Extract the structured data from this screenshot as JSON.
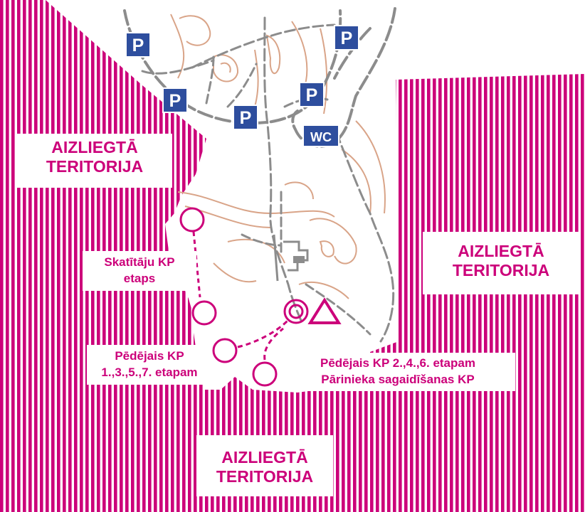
{
  "colors": {
    "restricted": "#cc007a",
    "course": "#cc007a",
    "path": "#8c8c8c",
    "contour": "#d9a488",
    "sign": "#2e4e9e"
  },
  "restricted_area_labels": [
    {
      "line1": "AIZLIEGTĀ",
      "line2": "TERITORIJA"
    },
    {
      "line1": "AIZLIEGTĀ",
      "line2": "TERITORIJA"
    },
    {
      "line1": "AIZLIEGTĀ",
      "line2": "TERITORIJA"
    }
  ],
  "controls": {
    "spectator": {
      "line1": "Skatītāju KP",
      "line2": "etaps"
    },
    "last_odd": {
      "line1": "Pēdējais KP",
      "line2": "1.,3.,5.,7. etapam"
    },
    "last_even": {
      "line1": "Pēdējais KP 2.,4.,6. etapam",
      "line2": "Pārinieka sagaidīšanas KP"
    }
  },
  "signs": {
    "parking": "P",
    "toilet": "WC"
  },
  "icons": [
    "control-circle-icon",
    "finish-double-circle-icon",
    "start-triangle-icon",
    "parking-icon",
    "toilet-icon"
  ]
}
